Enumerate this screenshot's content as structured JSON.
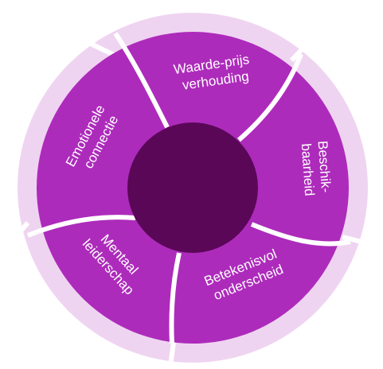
{
  "segments": [
    {
      "id": "waarde",
      "lines": [
        "Waarde-prijs",
        "verhouding"
      ]
    },
    {
      "id": "beschik",
      "lines": [
        "Beschik-",
        "baarheid"
      ]
    },
    {
      "id": "betekenis",
      "lines": [
        "Betekenisvol",
        "onderscheid"
      ]
    },
    {
      "id": "mentaal",
      "lines": [
        "Mentaal",
        "leiderschap"
      ]
    },
    {
      "id": "emotionele",
      "lines": [
        "Emotionele",
        "connectie"
      ]
    }
  ],
  "colors": {
    "outer_ring": "#efd4f1",
    "segment": "#ad2bbb",
    "center": "#5a0757",
    "gap": "#ffffff",
    "text": "#ffffff"
  }
}
